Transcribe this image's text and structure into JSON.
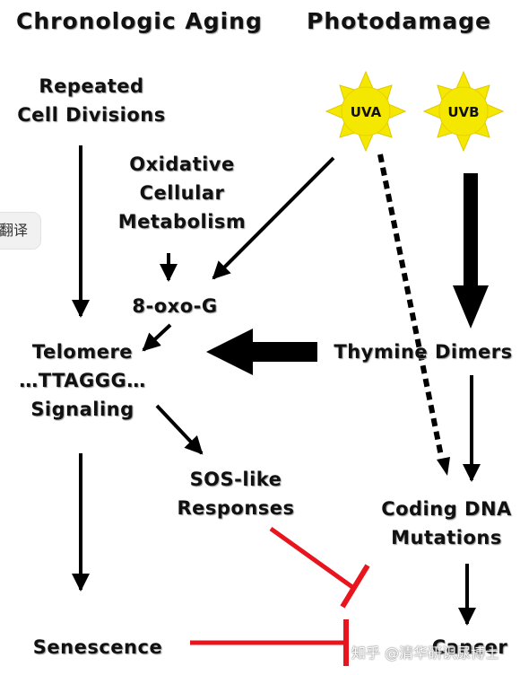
{
  "headers": {
    "chronologic": "Chronologic Aging",
    "photodamage": "Photodamage"
  },
  "nodes": {
    "repeated_cell_divisions": "Repeated\nCell Divisions",
    "oxidative_metabolism": "Oxidative\nCellular\nMetabolism",
    "oxo_g": "8-oxo-G",
    "telomere": "Telomere\n…TTAGGG…\nSignaling",
    "thymine_dimers": "Thymine Dimers",
    "sos_responses": "SOS-like\nResponses",
    "coding_dna_mutations": "Coding DNA\nMutations",
    "senescence": "Senescence",
    "cancer": "Cancer"
  },
  "suns": {
    "uva": "UVA",
    "uvb": "UVB",
    "sun_color": "#f5e800",
    "ray_color": "#f5e800"
  },
  "colors": {
    "arrow": "#000000",
    "inhibit": "#e8141e",
    "text": "#111111"
  },
  "translate_chip": "翻译",
  "watermark": "知乎 @清华研识尿博士"
}
